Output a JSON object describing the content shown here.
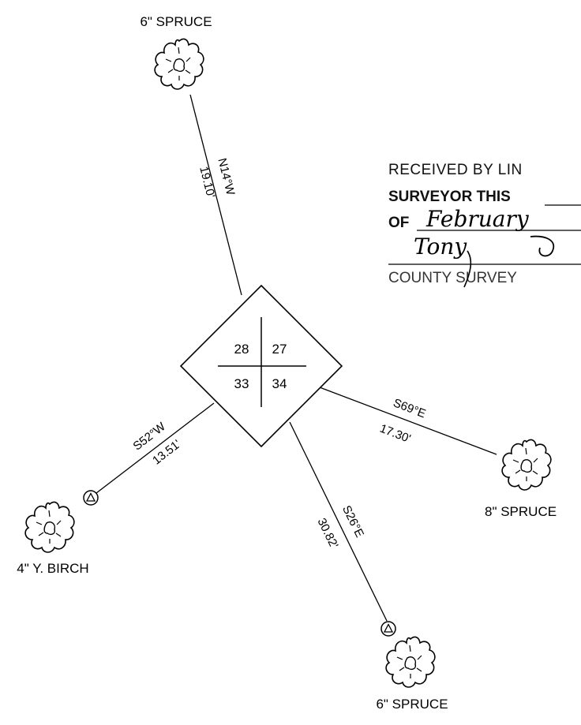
{
  "corner": {
    "sections": {
      "nw": "28",
      "ne": "27",
      "sw": "33",
      "se": "34"
    }
  },
  "ties": [
    {
      "id": "north",
      "bearing": "N14°W",
      "distance": "19.10'",
      "tree": "6\" SPRUCE",
      "icon": "spruce-tree-icon"
    },
    {
      "id": "east",
      "bearing": "S69°E",
      "distance": "17.30'",
      "tree": "8\" SPRUCE",
      "icon": "spruce-tree-icon"
    },
    {
      "id": "south",
      "bearing": "S26°E",
      "distance": "30.82'",
      "tree": "6\" SPRUCE",
      "icon": "spruce-tree-icon"
    },
    {
      "id": "west",
      "bearing": "S52°W",
      "distance": "13.51'",
      "tree": "4\" Y. BIRCH",
      "icon": "birch-tree-icon"
    }
  ],
  "tag_icon": "triangle-tag-icon",
  "certificate": {
    "line1": "RECEIVED BY LIN",
    "line2": "SURVEYOR THIS",
    "line3_prefix": "OF",
    "month": "February",
    "signature": "Tony",
    "line5": "COUNTY SURVEY"
  }
}
